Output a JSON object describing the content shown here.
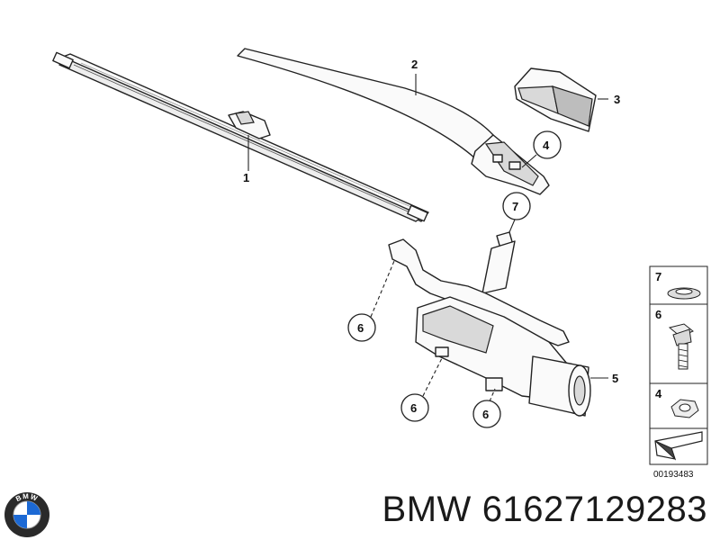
{
  "diagram": {
    "labels": {
      "wiper_blade": "1",
      "wiper_arm": "2",
      "arm_cover": "3",
      "hex_nut": "4",
      "wiper_motor": "5",
      "screw_a": "6",
      "screw_b": "6",
      "screw_c": "6",
      "seal_ring": "7"
    },
    "legend": {
      "items": [
        {
          "num": "7",
          "icon": "seal-ring-icon"
        },
        {
          "num": "6",
          "icon": "hex-bolt-icon"
        },
        {
          "num": "4",
          "icon": "hex-nut-icon"
        }
      ],
      "arrow_icon": "direction-arrow-icon",
      "code": "00193483"
    }
  },
  "footer": {
    "logo_text": "BMW",
    "brand": "BMW",
    "part_number": "61627129283"
  }
}
